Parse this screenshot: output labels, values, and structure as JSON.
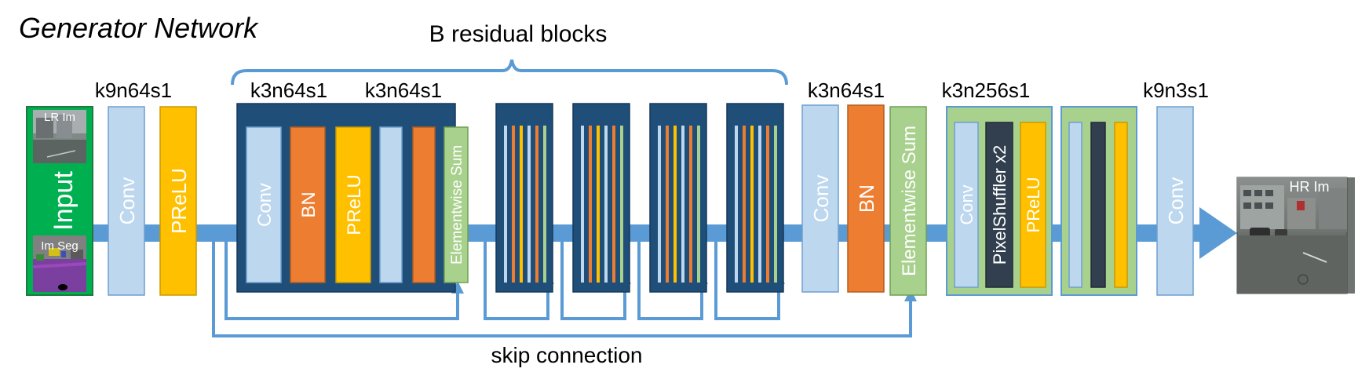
{
  "title": "Generator Network",
  "brace_label": "B residual blocks",
  "skip_label": "skip connection",
  "input": {
    "label": "Input",
    "lr_label": "LR Im",
    "seg_label": "Im Seg"
  },
  "output": {
    "label": "HR Im"
  },
  "kernel_labels": {
    "first_conv": "k9n64s1",
    "block_conv1": "k3n64s1",
    "block_conv2": "k3n64s1",
    "post_conv": "k3n64s1",
    "upsample": "k3n256s1",
    "final_conv": "k9n3s1"
  },
  "layers": {
    "conv": "Conv",
    "prelu": "PReLU",
    "bn": "BN",
    "sum": "Elementwise Sum",
    "shuffler": "PixelShuffler x2"
  },
  "colors": {
    "arrow": "#5b9bd5",
    "conv": "#bdd7ee",
    "prelu": "#ffc000",
    "bn": "#ed7d31",
    "sum": "#a9d18e",
    "block": "#1f4e79",
    "shuffler": "#323f4f",
    "input_green": "#00b050",
    "upsample_bg": "#a9d18e"
  }
}
